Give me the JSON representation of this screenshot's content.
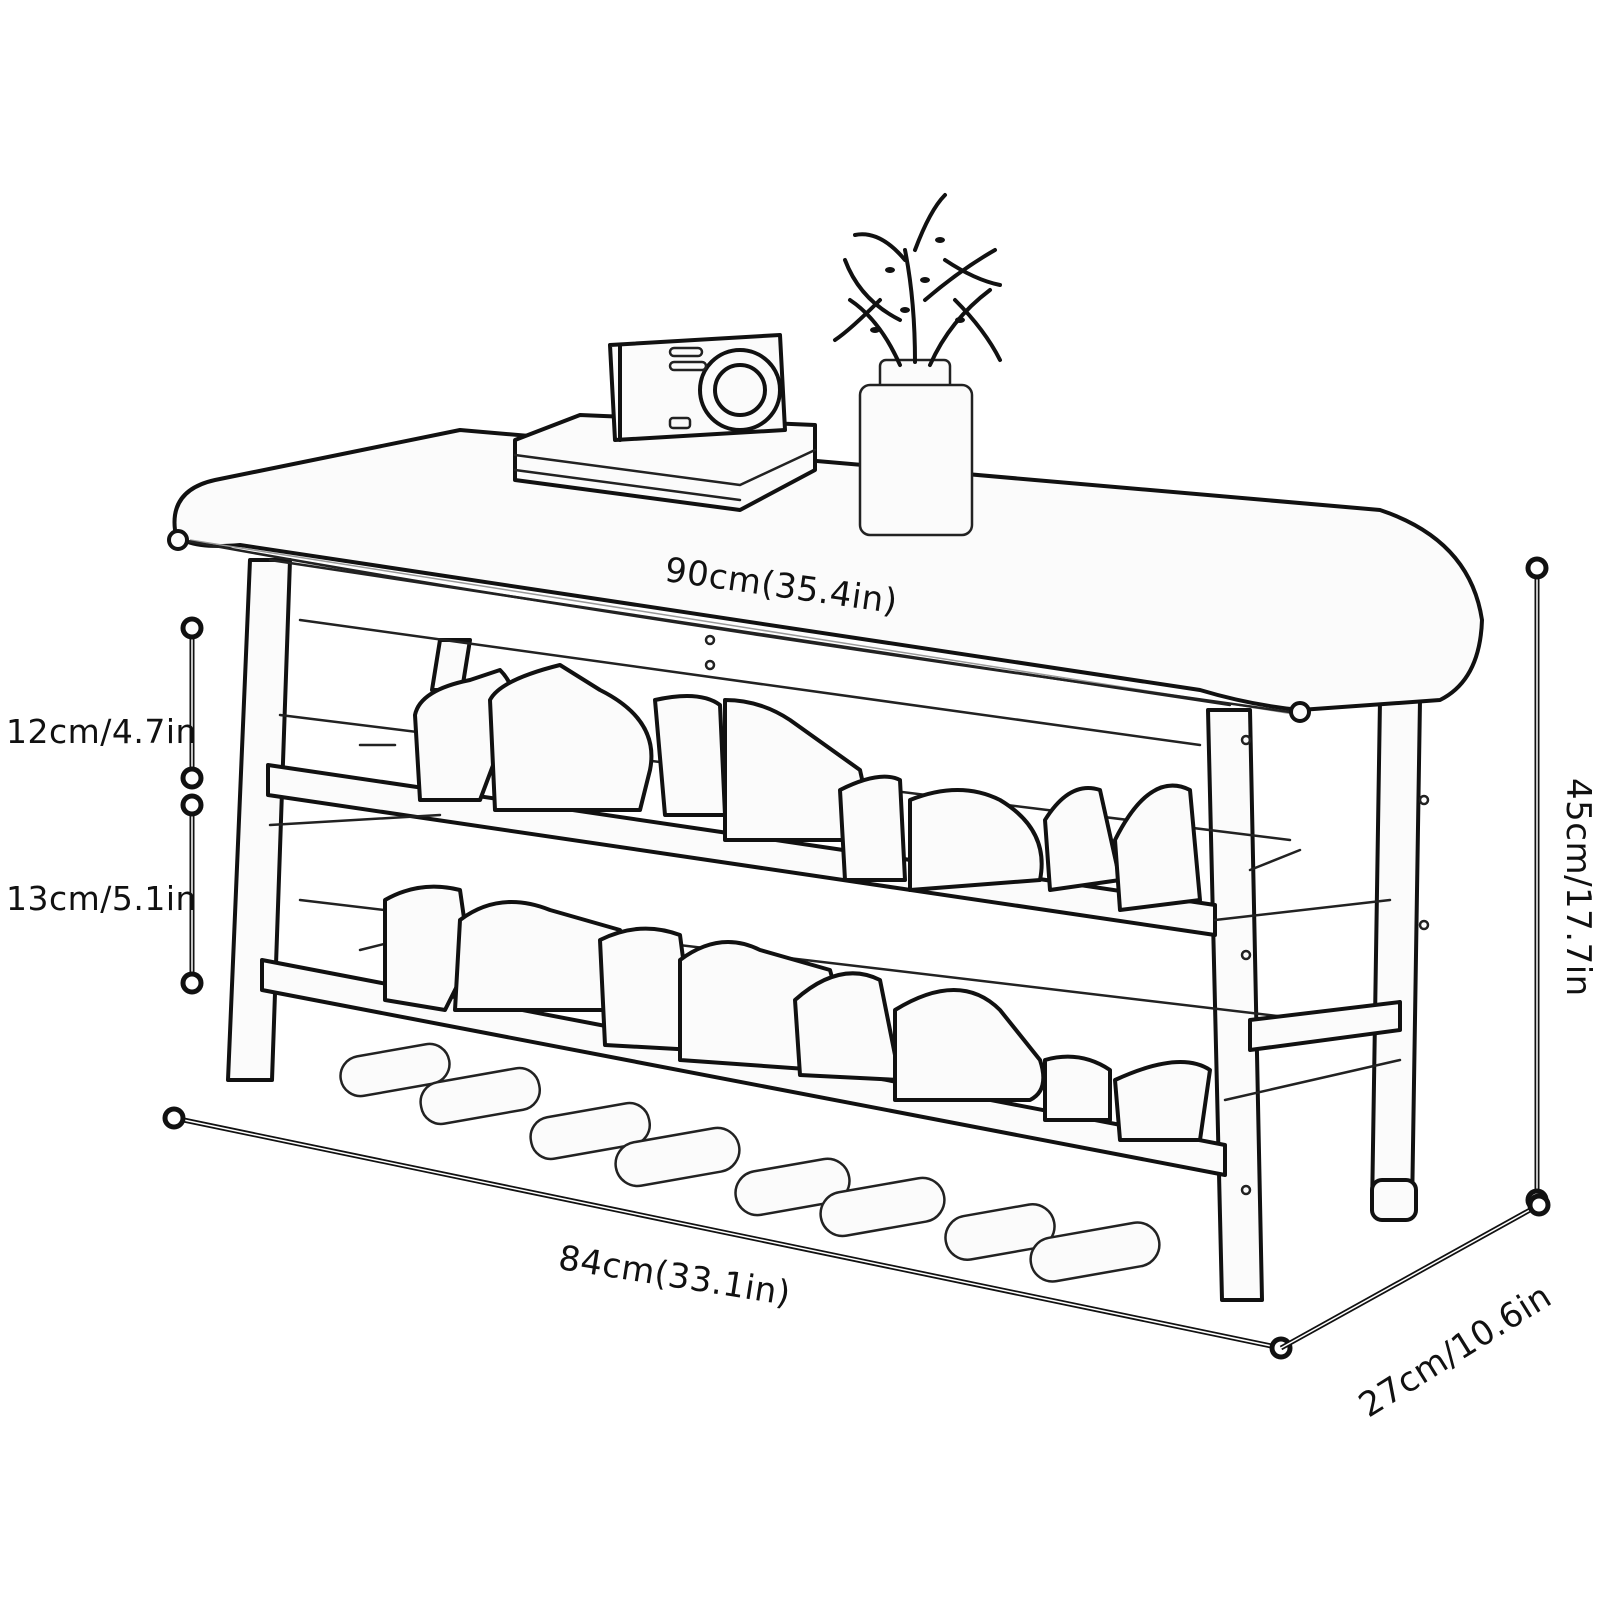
{
  "diagram": {
    "subject": "Upholstered shoe storage bench with two slatted shelves",
    "items_shown": [
      "cushioned seat",
      "two shoe shelves",
      "shoes",
      "sandals",
      "camera on books",
      "plant in vase"
    ],
    "colors": {
      "ink": "#111111",
      "background": "#ffffff"
    }
  },
  "dimensions": {
    "seat_width": {
      "label": "90cm(35.4in)",
      "value_cm": 90,
      "value_in": 35.4
    },
    "base_length": {
      "label": "84cm(33.1in)",
      "value_cm": 84,
      "value_in": 33.1
    },
    "depth": {
      "label": "27cm/10.6in",
      "value_cm": 27,
      "value_in": 10.6
    },
    "height": {
      "label": "45cm/17.7in",
      "value_cm": 45,
      "value_in": 17.7
    },
    "upper_shelf_gap": {
      "label": "12cm/4.7in",
      "value_cm": 12,
      "value_in": 4.7
    },
    "lower_shelf_gap": {
      "label": "13cm/5.1in",
      "value_cm": 13,
      "value_in": 5.1
    }
  }
}
